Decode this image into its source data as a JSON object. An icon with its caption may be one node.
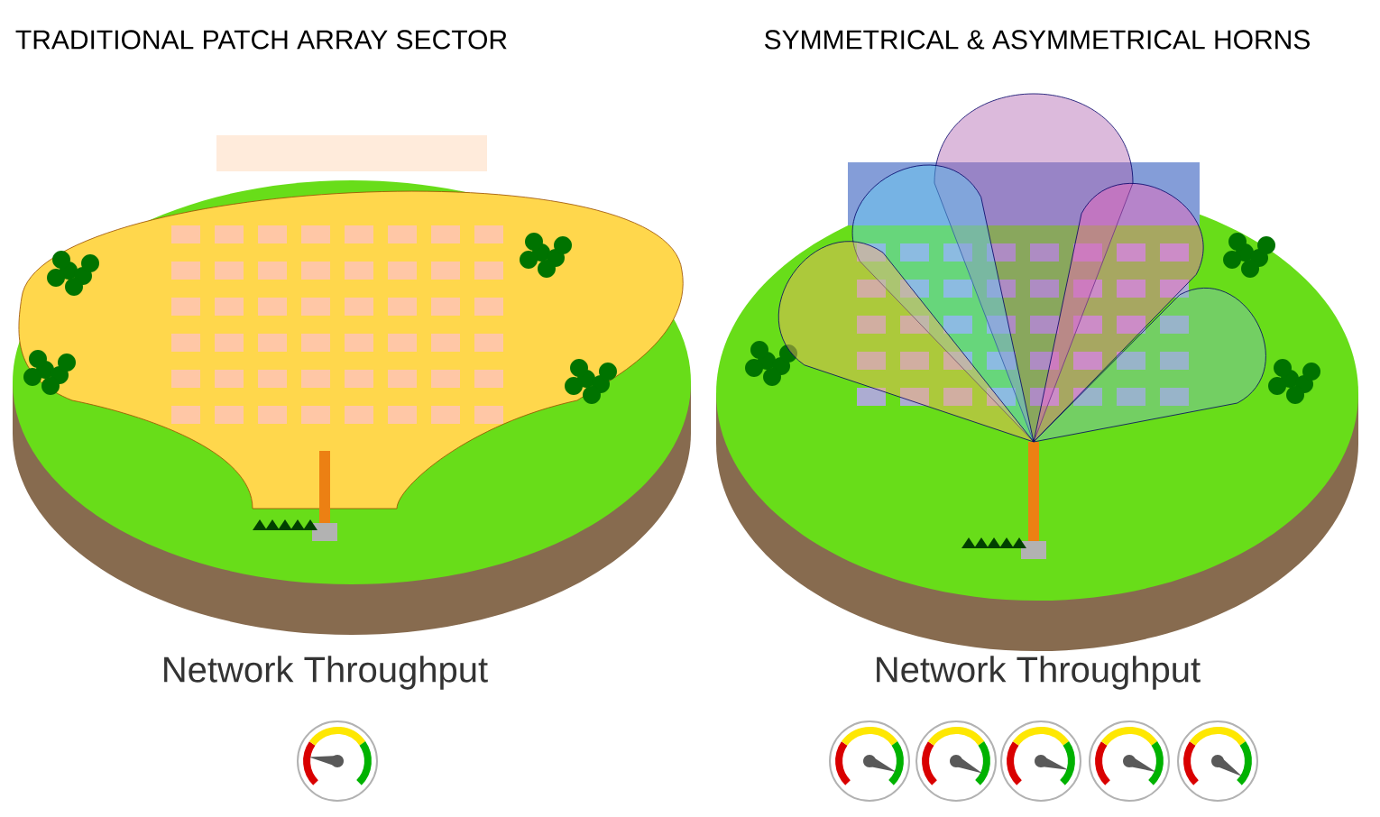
{
  "diagram": {
    "labels": [
      "TRADITIONAL PATCH ARRAY SECTOR",
      "SYMMETRICAL & ASYMMETRICAL HORNS",
      "Network Throughput",
      "Network Throughput"
    ]
  }
}
